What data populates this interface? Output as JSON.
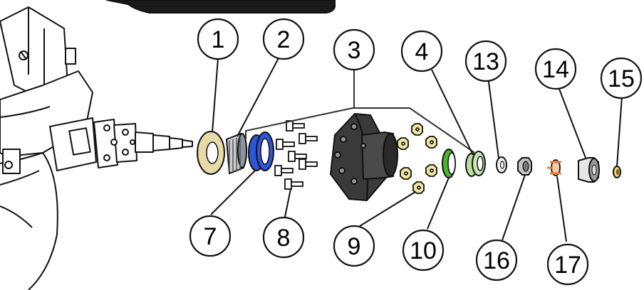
{
  "callouts": {
    "c1": "1",
    "c2": "2",
    "c3": "3",
    "c4": "4",
    "c7": "7",
    "c8": "8",
    "c9": "9",
    "c10": "10",
    "c13": "13",
    "c14": "14",
    "c15": "15",
    "c16": "16",
    "c17": "17"
  },
  "colors": {
    "spindle_washer": "#e8d9a8",
    "bearing_cup_blue": "#2f56d8",
    "seal_green": "#49b52e",
    "bearing_green": "#b7e0a0",
    "nut_yellow": "#f1e7a0",
    "cotter_orange": "#e0803a",
    "outline": "#111111"
  }
}
